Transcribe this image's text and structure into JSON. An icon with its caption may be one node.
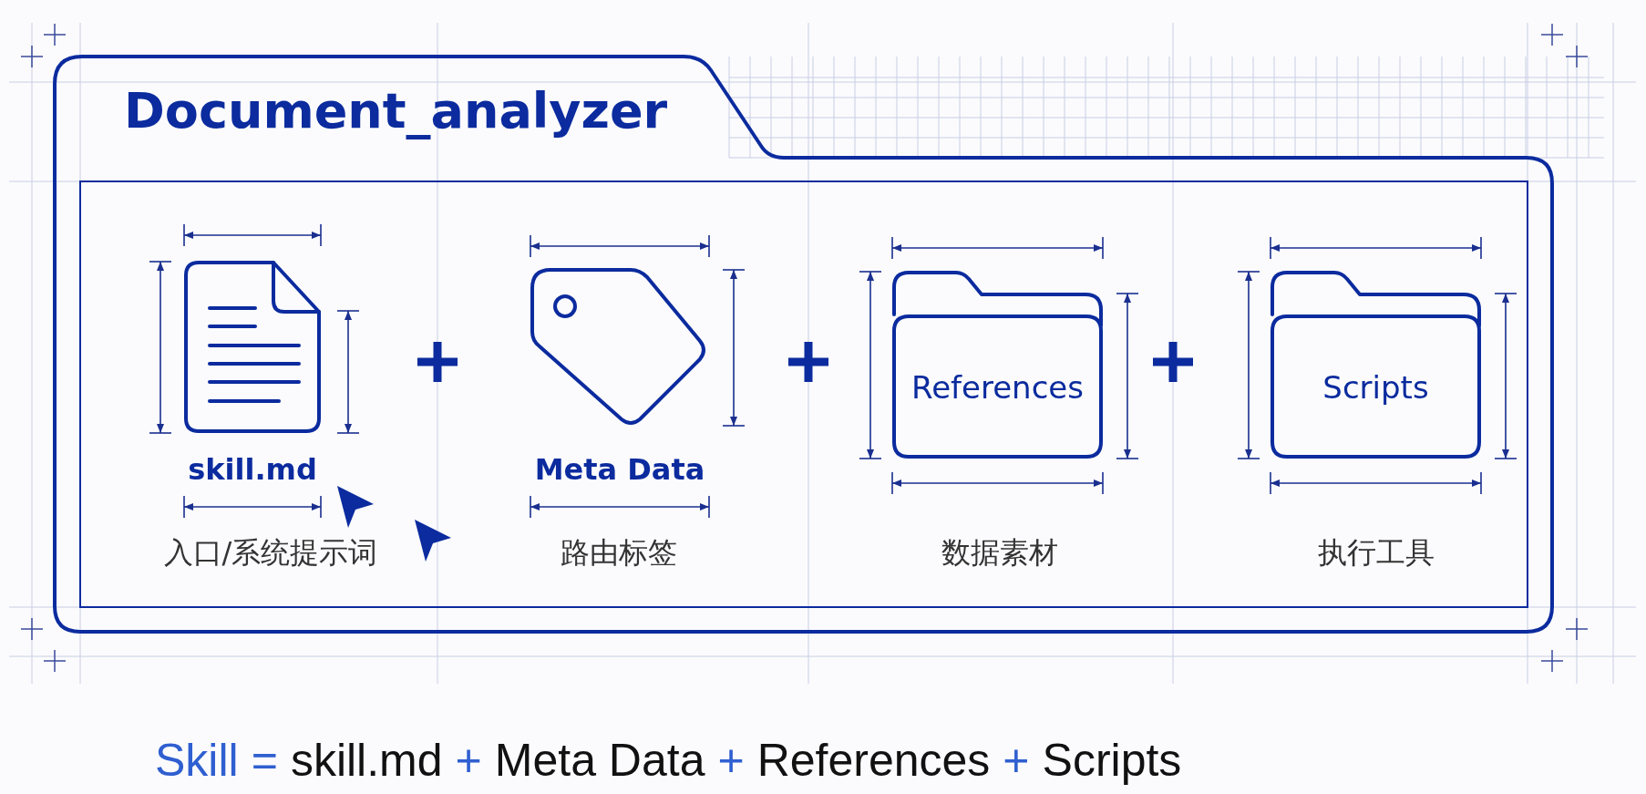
{
  "diagram": {
    "nodes": [
      {
        "text": [
          "Document_analyzer"
        ]
      },
      {
        "text": [
          "skill.md"
        ],
        "beside": [
          "入口/系统提示词"
        ],
        "in": 0
      },
      {
        "text": [
          "Meta Data"
        ],
        "beside": [
          "路由标签"
        ],
        "in": 0
      },
      {
        "text": [
          "References"
        ],
        "beside": [
          "数据素材"
        ],
        "in": 0
      },
      {
        "text": [
          "Scripts"
        ],
        "beside": [
          "执行工具"
        ],
        "in": 0
      }
    ],
    "edges": [],
    "labels": [
      "Skill",
      "=",
      "skill.md",
      "+",
      "Meta Data",
      "+",
      "References",
      "+",
      "Scripts"
    ]
  }
}
